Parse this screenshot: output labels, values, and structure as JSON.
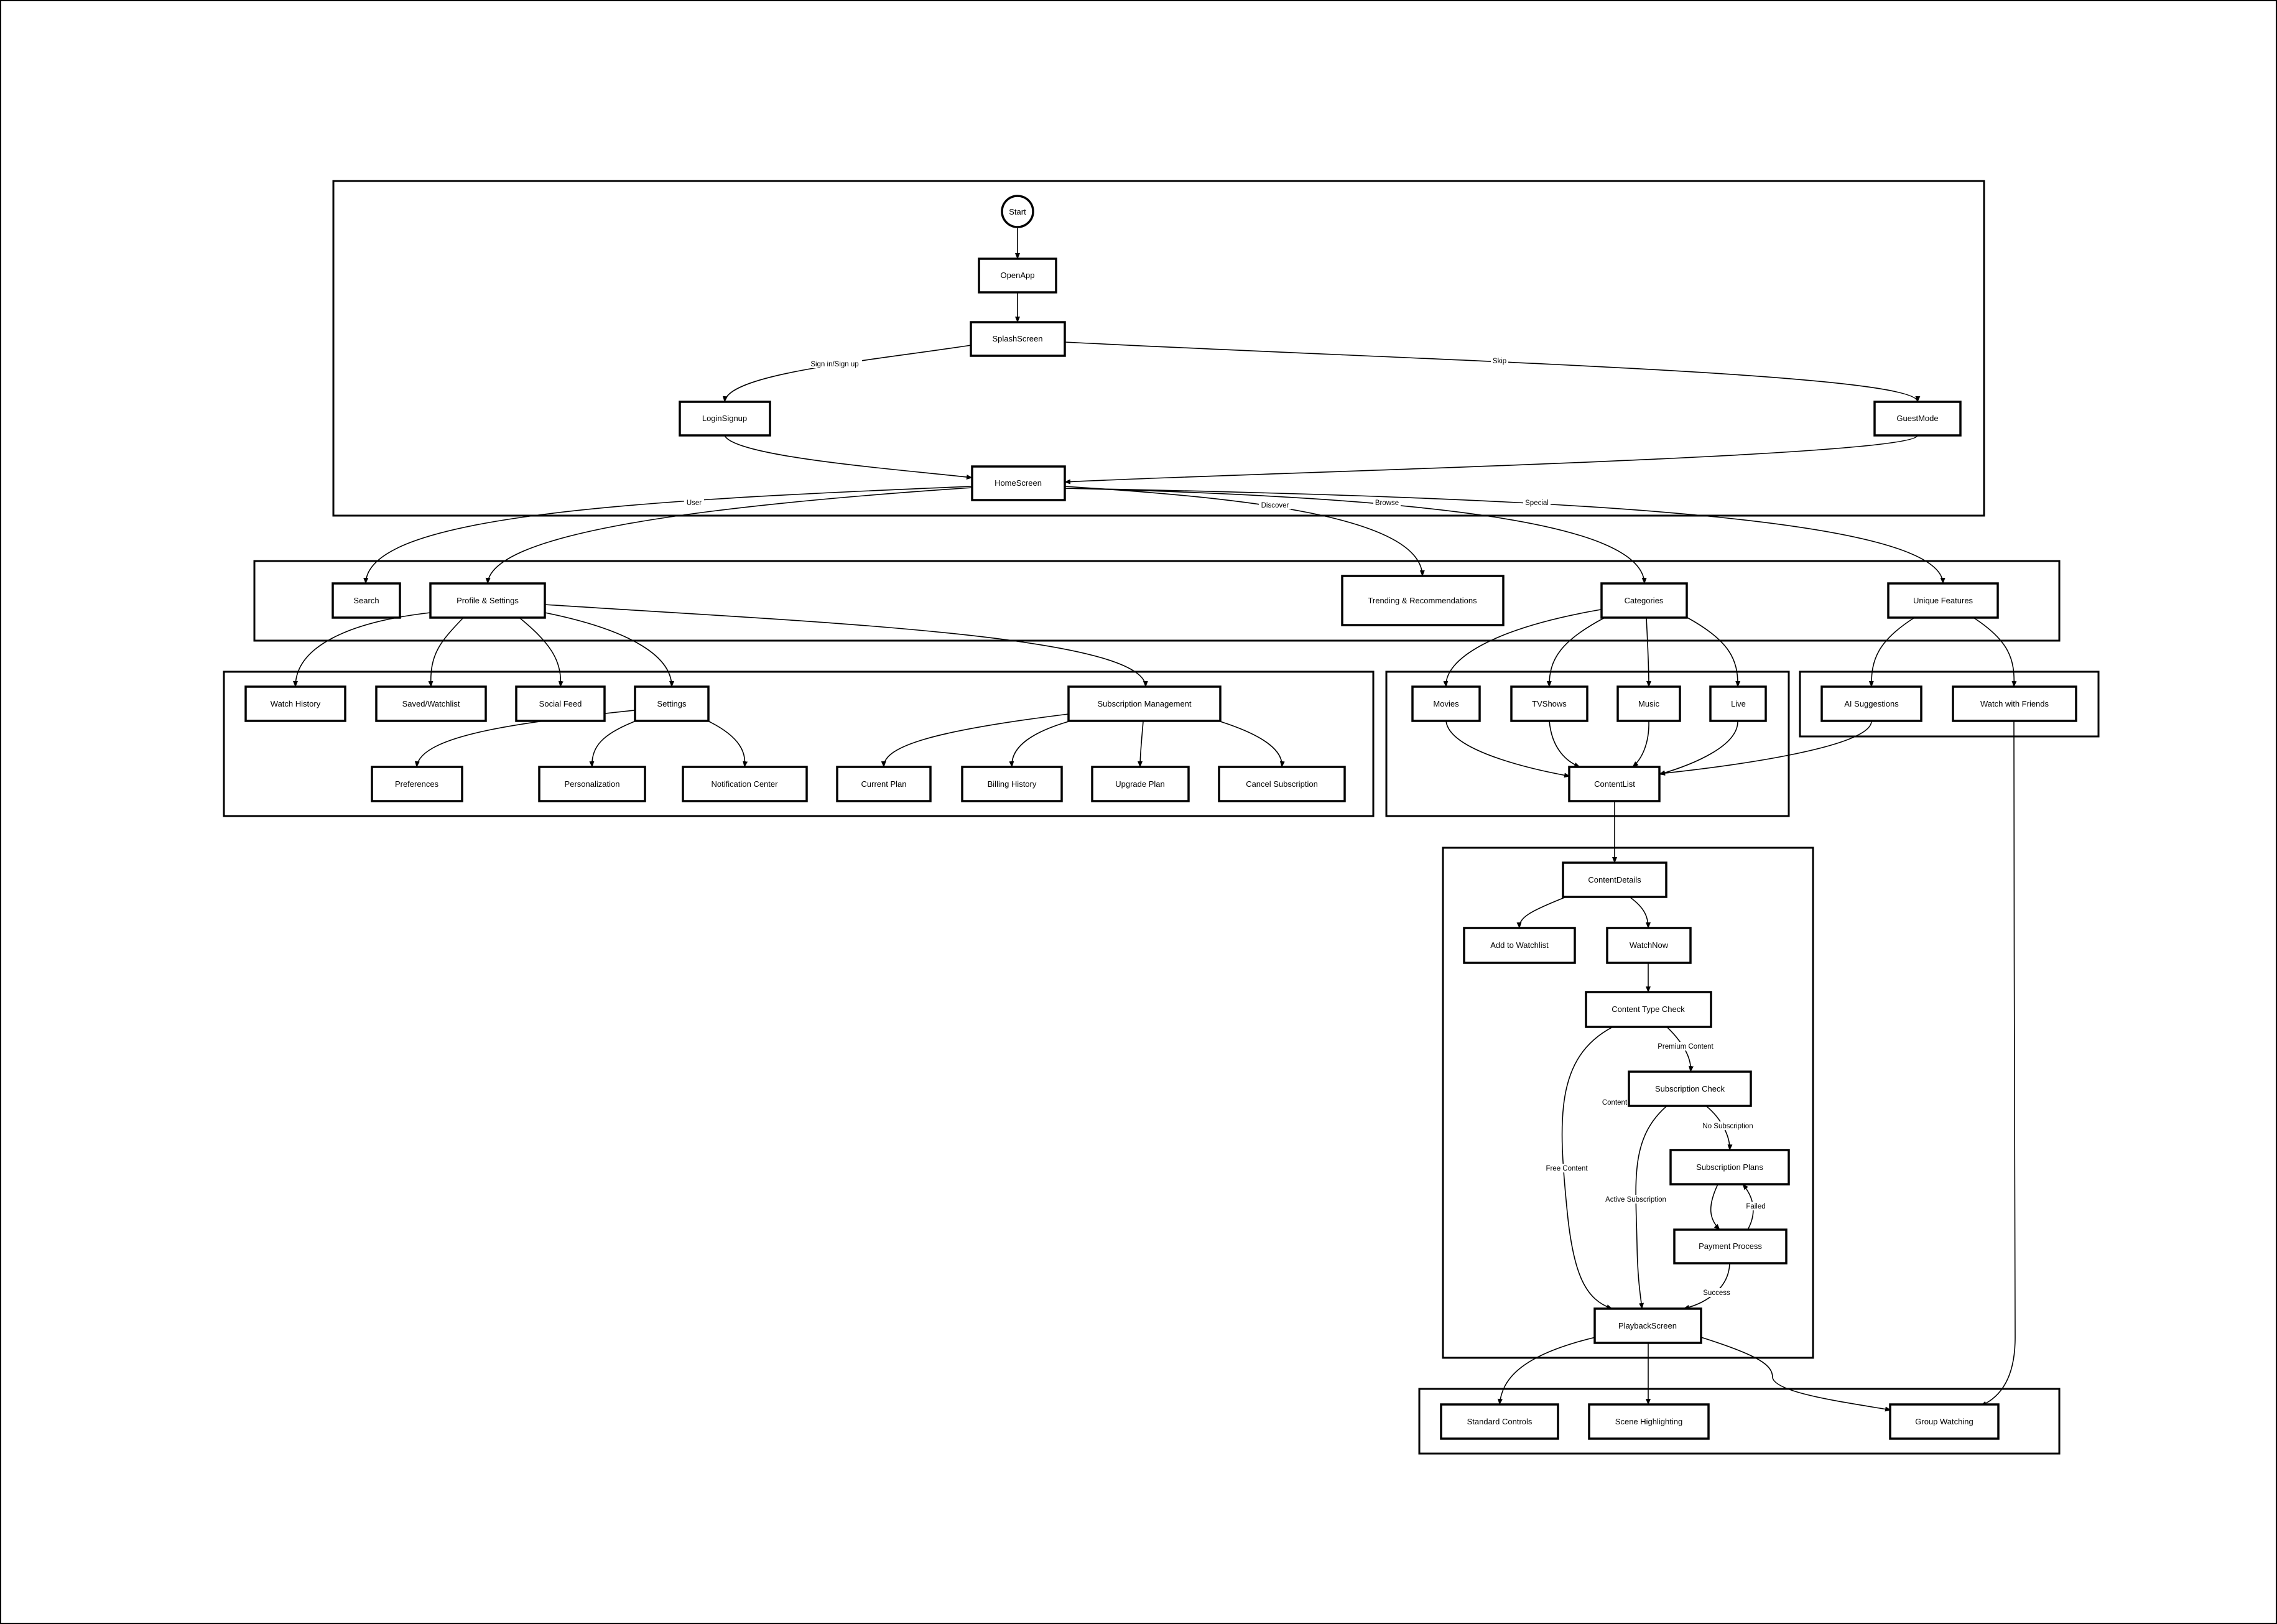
{
  "nodes": {
    "start": "Start",
    "open_app": "OpenApp",
    "splash_screen": "SplashScreen",
    "login_signup": "LoginSignup",
    "guest_mode": "GuestMode",
    "home_screen": "HomeScreen",
    "search": "Search",
    "profile_settings": "Profile & Settings",
    "trending": "Trending & Recommendations",
    "categories": "Categories",
    "unique_features": "Unique Features",
    "watch_history": "Watch History",
    "saved_watchlist": "Saved/Watchlist",
    "social_feed": "Social Feed",
    "settings": "Settings",
    "subscription_management": "Subscription Management",
    "preferences": "Preferences",
    "personalization": "Personalization",
    "notification_center": "Notification Center",
    "current_plan": "Current Plan",
    "billing_history": "Billing History",
    "upgrade_plan": "Upgrade Plan",
    "cancel_subscription": "Cancel Subscription",
    "movies": "Movies",
    "tvshows": "TVShows",
    "music": "Music",
    "live": "Live",
    "ai_suggestions": "AI Suggestions",
    "watch_with_friends": "Watch with Friends",
    "content_list": "ContentList",
    "content_details": "ContentDetails",
    "add_to_watchlist": "Add to Watchlist",
    "watch_now": "WatchNow",
    "content_type_check": "Content Type Check",
    "subscription_check": "Subscription Check",
    "subscription_plans": "Subscription Plans",
    "payment_process": "Payment Process",
    "playback_screen": "PlaybackScreen",
    "standard_controls": "Standard Controls",
    "scene_highlighting": "Scene Highlighting",
    "group_watching": "Group Watching"
  },
  "edge_labels": {
    "sign_in": "Sign in/Sign up",
    "skip": "Skip",
    "user": "User",
    "discover": "Discover",
    "browse": "Browse",
    "special": "Special",
    "premium_content": "Premium Content",
    "content": "Content",
    "no_subscription": "No Subscription",
    "free_content": "Free Content",
    "active_subscription": "Active Subscription",
    "failed": "Failed",
    "success": "Success"
  }
}
